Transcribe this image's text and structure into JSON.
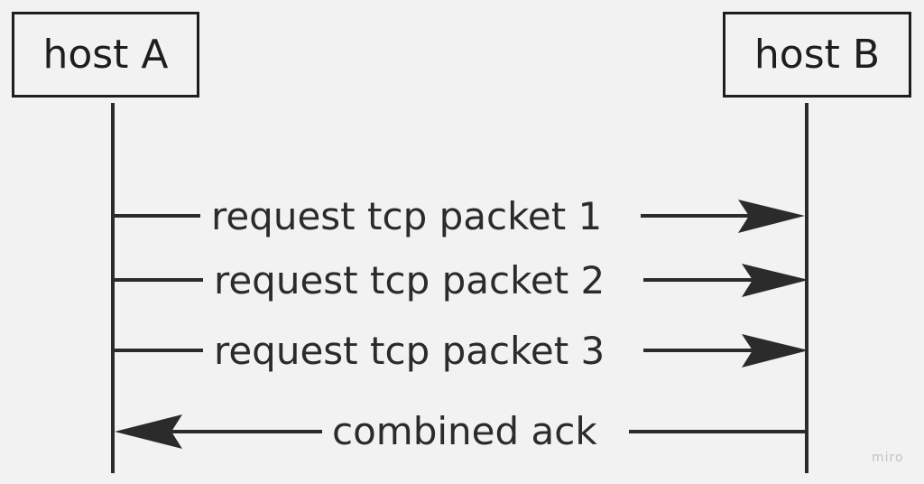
{
  "participants": [
    {
      "id": "host-a",
      "label": "host A"
    },
    {
      "id": "host-b",
      "label": "host B"
    }
  ],
  "messages": [
    {
      "label": "request tcp packet 1",
      "from": "host A",
      "to": "host B"
    },
    {
      "label": "request tcp packet 2",
      "from": "host A",
      "to": "host B"
    },
    {
      "label": "request tcp packet 3",
      "from": "host A",
      "to": "host B"
    },
    {
      "label": "combined ack",
      "from": "host B",
      "to": "host A"
    }
  ],
  "watermark": "miro",
  "colors": {
    "background": "#f2f2f2",
    "line": "#2b2b2b",
    "text": "#2b2b2b"
  }
}
